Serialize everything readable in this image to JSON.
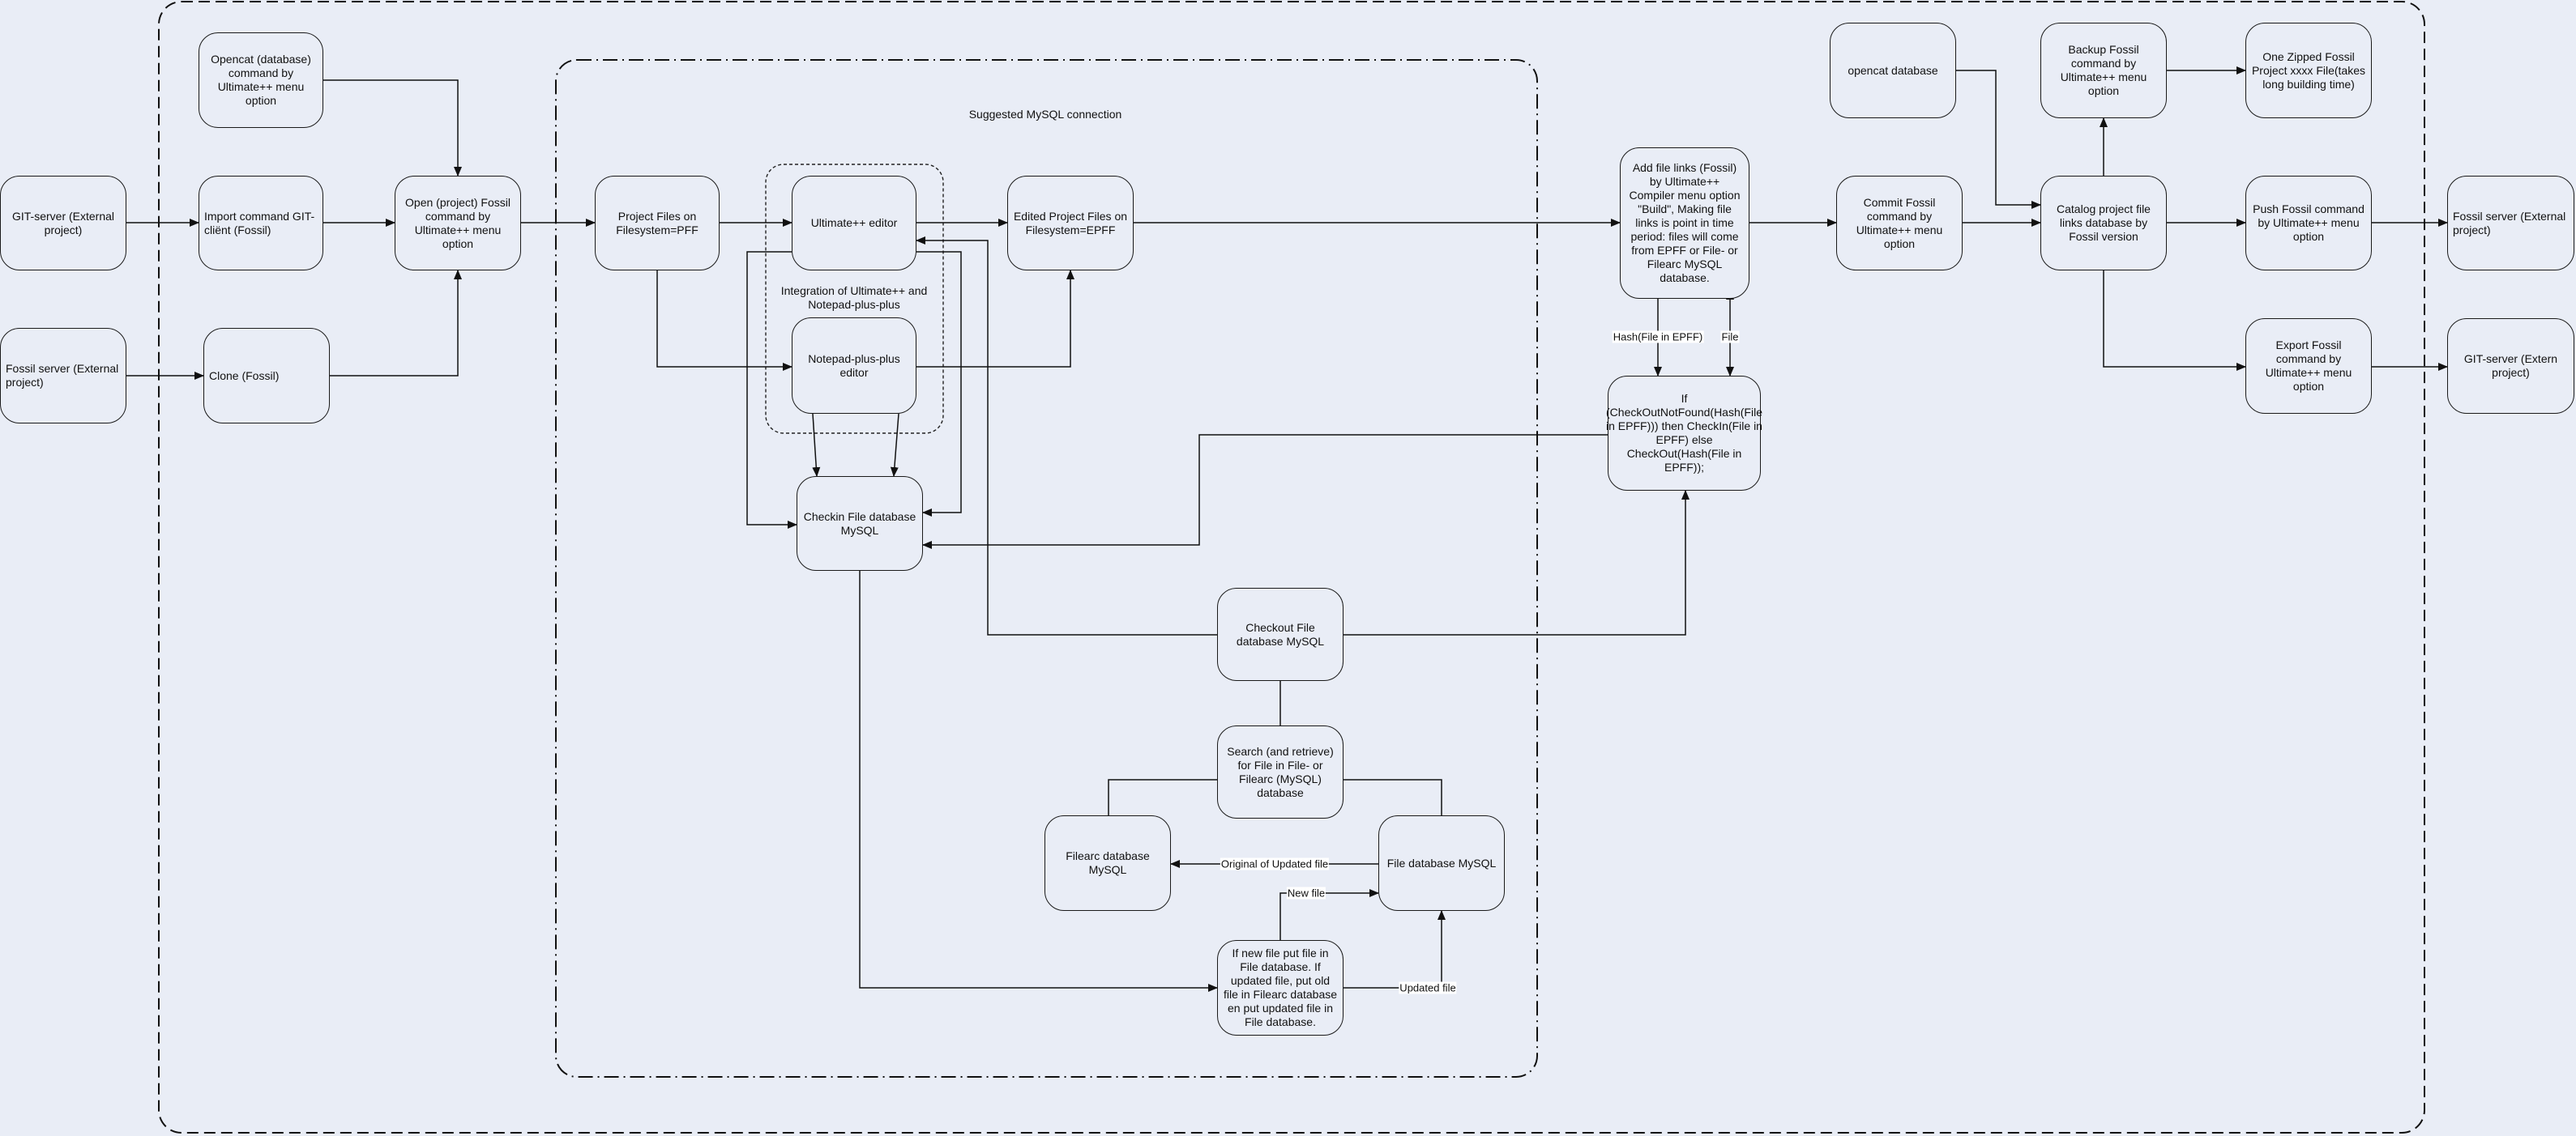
{
  "containers": {
    "outer_group": {
      "style": "dashed"
    },
    "mysql_group": {
      "label": "Suggested MySQL connection",
      "style": "dash-dot"
    },
    "editor_group": {
      "label": "Integration of Ultimate++ and Notepad-plus-plus",
      "style": "dotted"
    }
  },
  "nodes": {
    "git_server_ext": "GIT-server (External project)",
    "fossil_server_ext_left": "Fossil server (External project)",
    "opencat_cmd": "Opencat (database) command by Ultimate++ menu option",
    "import_cmd": "Import command GIT-cliënt (Fossil)",
    "clone": "Clone (Fossil)",
    "open_fossil": "Open (project) Fossil command by Ultimate++ menu option",
    "pff": "Project Files on Filesystem=PFF",
    "upp_editor": "Ultimate++ editor",
    "npp_editor": "Notepad-plus-plus editor",
    "epff": "Edited Project Files on Filesystem=EPFF",
    "checkin_db": "Checkin File database MySQL",
    "add_links": "Add file links (Fossil) by Ultimate++ Compiler menu option \"Build\", Making file links is point in time period: files will come from EPFF or File- or Filearc MySQL database.",
    "if_checkout": "If (CheckOutNotFound(Hash(File in EPFF))) then CheckIn(File in EPFF) else CheckOut(Hash(File in EPFF));",
    "checkout_db": "Checkout File database MySQL",
    "search": "Search (and retrieve) for File in File- or Filearc (MySQL) database",
    "filearc_db": "Filearc database MySQL",
    "file_db": "File database MySQL",
    "if_new": "If new file put file in File database. If updated file, put old file in Filearc database en put updated file in File database.",
    "opencat_db": "opencat database",
    "commit": "Commit Fossil command by Ultimate++ menu option",
    "backup": "Backup Fossil command by Ultimate++ menu option",
    "catalog": "Catalog project file links database by Fossil version",
    "zipped": "One Zipped Fossil Project xxxx File(takes long building time)",
    "push": "Push Fossil command by Ultimate++ menu option",
    "export": "Export Fossil command by Ultimate++ menu option",
    "fossil_server_ext_right": "Fossil server (External project)",
    "git_server_ext_right": "GIT-server (Extern project)"
  },
  "edge_labels": {
    "hash": "Hash(File in EPFF)",
    "file": "File",
    "original": "Original of Updated file",
    "new_file": "New file",
    "updated_file": "Updated file"
  },
  "colors": {
    "background": "#e9edf6",
    "stroke": "#1a1a1a"
  }
}
